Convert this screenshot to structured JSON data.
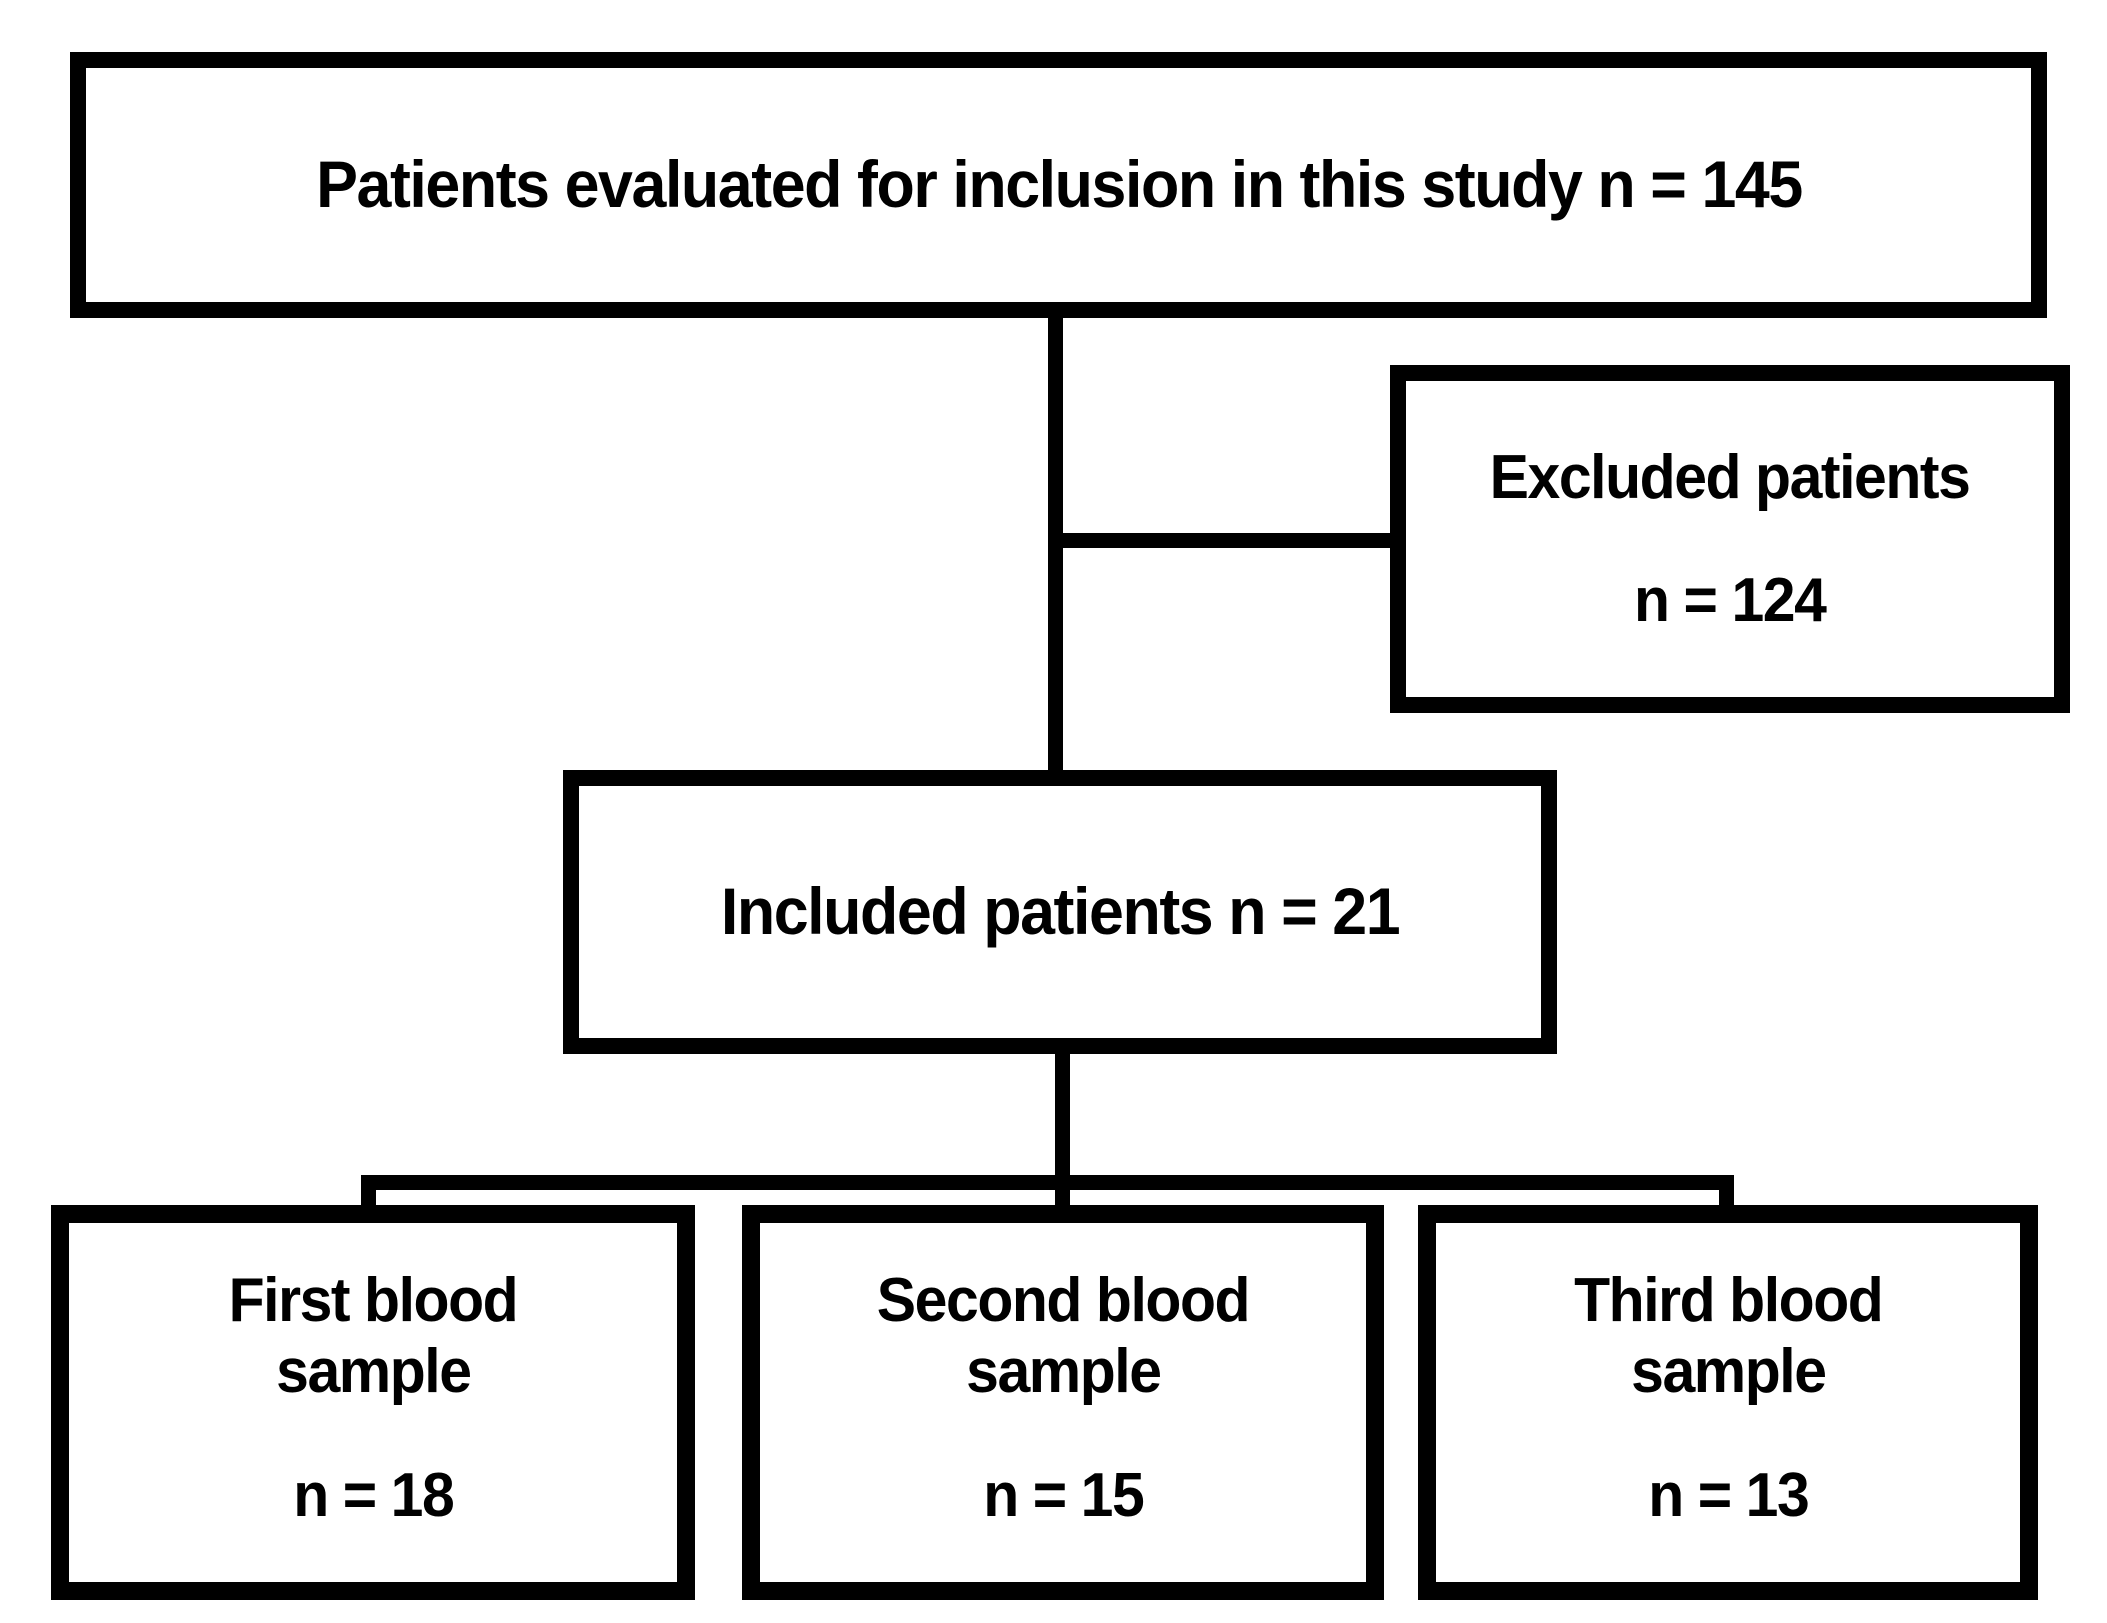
{
  "palette": {
    "ink": "#000000",
    "background": "#ffffff"
  },
  "nodes": {
    "evaluated": {
      "label": "Patients evaluated for inclusion in this study n = 145"
    },
    "excluded": {
      "label": "Excluded patients",
      "count": "n = 124"
    },
    "included": {
      "label": "Included patients n = 21"
    }
  },
  "samples": [
    {
      "title_lines": [
        "First blood",
        "sample"
      ],
      "count": "n = 18"
    },
    {
      "title_lines": [
        "Second blood",
        "sample"
      ],
      "count": "n = 15"
    },
    {
      "title_lines": [
        "Third blood",
        "sample"
      ],
      "count": "n = 13"
    }
  ]
}
